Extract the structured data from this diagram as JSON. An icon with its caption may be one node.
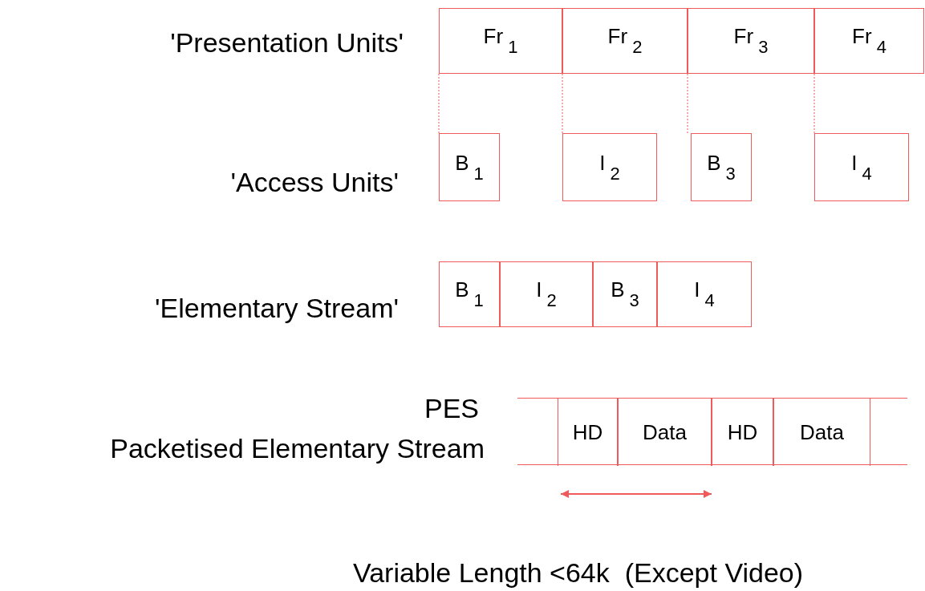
{
  "diagram": {
    "nodes": [
      {
        "text": [
          "Fr$_{1}$"
        ]
      },
      {
        "text": [
          "Fr$_{2}$"
        ]
      },
      {
        "text": [
          "Fr$_{3}$"
        ]
      },
      {
        "text": [
          "Fr$_{4}$"
        ]
      },
      {
        "text": [
          "B$_{1}$"
        ]
      },
      {
        "text": [
          "I$_{2}$"
        ]
      },
      {
        "text": [
          "B$_{3}$"
        ]
      },
      {
        "text": [
          "I$_{4}$"
        ]
      },
      {
        "text": [
          "B$_{1}$"
        ]
      },
      {
        "text": [
          "I$_{2}$"
        ]
      },
      {
        "text": [
          "B$_{3}$"
        ]
      },
      {
        "text": [
          "I$_{4}$"
        ]
      },
      {
        "text": [],
        "shape": "bar"
      },
      {
        "text": [
          "HD"
        ],
        "in": 12
      },
      {
        "text": [
          "Data"
        ],
        "in": 12
      },
      {
        "text": [
          "HD"
        ],
        "in": 12
      },
      {
        "text": [
          "Data"
        ],
        "in": 12
      }
    ],
    "edges": [
      {
        "from": 0,
        "to": 4,
        "arrow": "none",
        "style": "dashed"
      },
      {
        "from": 1,
        "to": 5,
        "arrow": "none",
        "style": "dashed"
      },
      {
        "from": 2,
        "to": 6,
        "arrow": "none",
        "style": "dashed"
      },
      {
        "from": 3,
        "to": 7,
        "arrow": "none",
        "style": "dashed"
      }
    ],
    "labels": [
      "'Presentation Units'",
      "'Access Units'",
      "'Elementary Stream'",
      "PES",
      "Packetised Elementary Stream",
      "Variable Length <64k  (Except Video)"
    ]
  }
}
